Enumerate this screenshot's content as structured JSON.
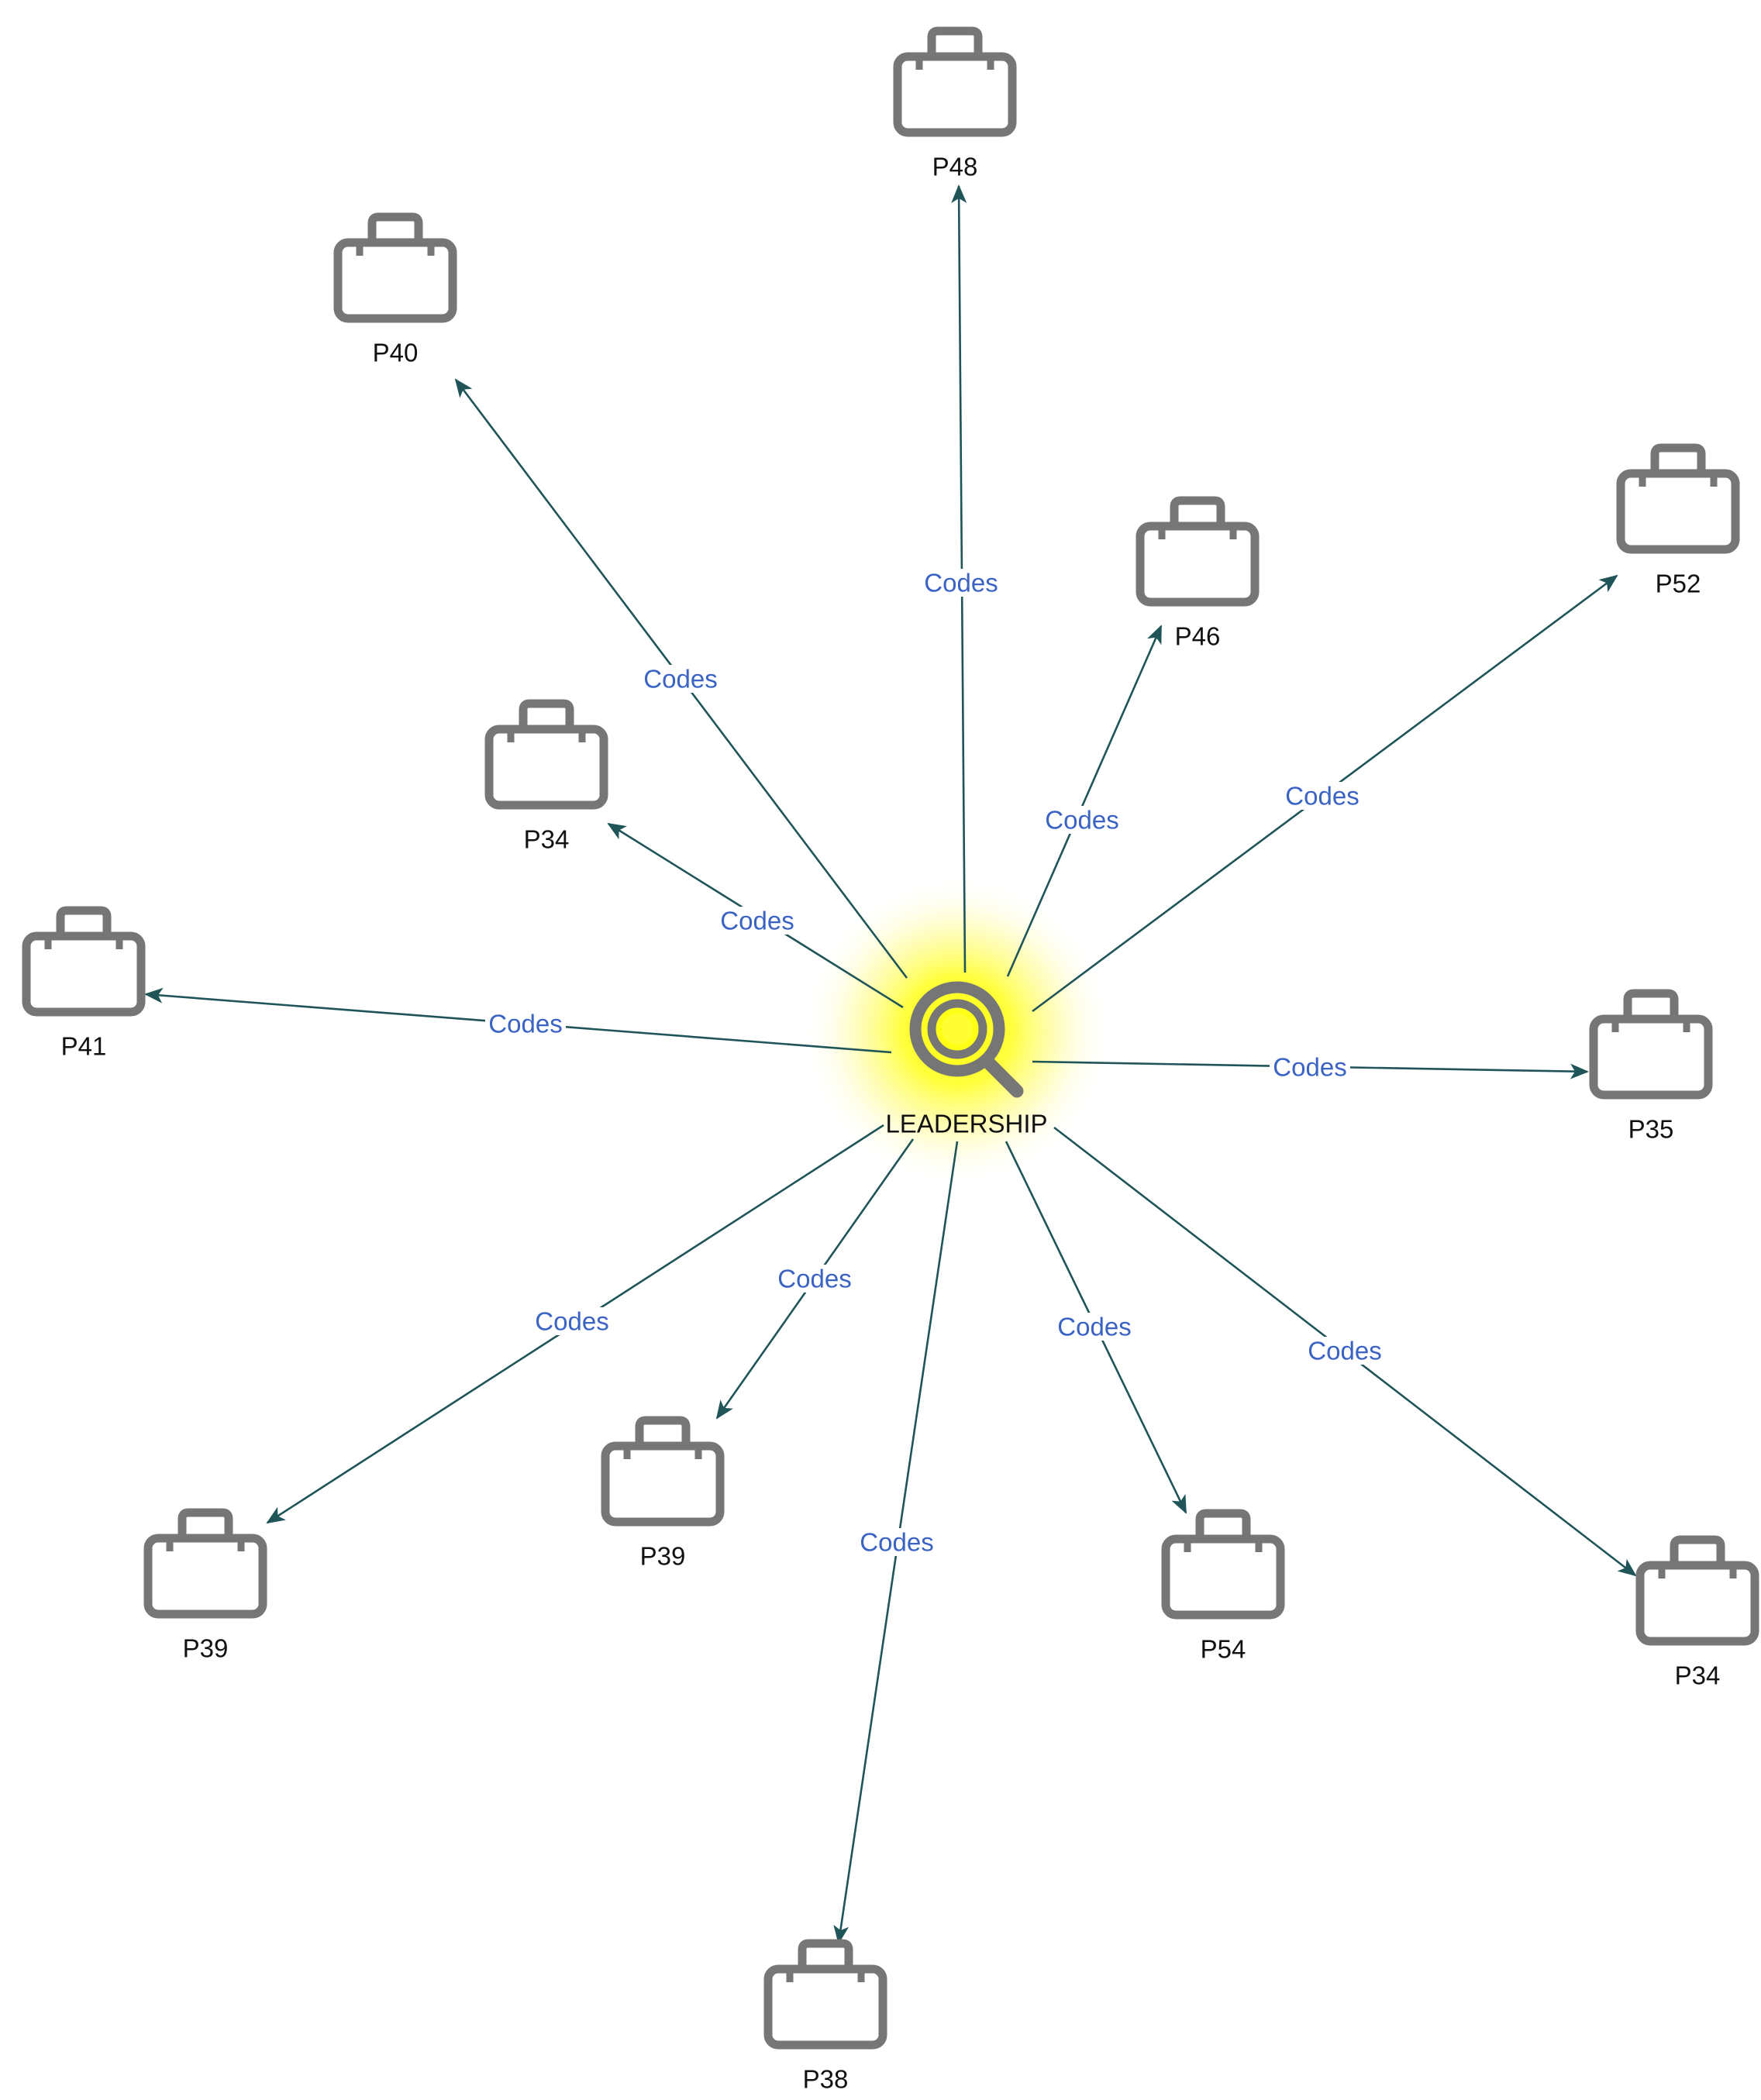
{
  "colors": {
    "edge": "#1f5558",
    "edge_label": "#3a63c4",
    "icon": "#767676",
    "node_label": "#111111",
    "glow": "#ffff00",
    "center_icon_fill": "#ffff33"
  },
  "center": {
    "label": "LEADERSHIP",
    "icon": "magnifier-target-icon"
  },
  "edge_label": "Codes",
  "nodes": [
    {
      "id": "n-p48",
      "label": "P48",
      "icon": "briefcase-icon"
    },
    {
      "id": "n-p40",
      "label": "P40",
      "icon": "briefcase-icon"
    },
    {
      "id": "n-p46",
      "label": "P46",
      "icon": "briefcase-icon"
    },
    {
      "id": "n-p52",
      "label": "P52",
      "icon": "briefcase-icon"
    },
    {
      "id": "n-p34a",
      "label": "P34",
      "icon": "briefcase-icon"
    },
    {
      "id": "n-p41",
      "label": "P41",
      "icon": "briefcase-icon"
    },
    {
      "id": "n-p35",
      "label": "P35",
      "icon": "briefcase-icon"
    },
    {
      "id": "n-p39a",
      "label": "P39",
      "icon": "briefcase-icon"
    },
    {
      "id": "n-p39b",
      "label": "P39",
      "icon": "briefcase-icon"
    },
    {
      "id": "n-p54",
      "label": "P54",
      "icon": "briefcase-icon"
    },
    {
      "id": "n-p34b",
      "label": "P34",
      "icon": "briefcase-icon"
    },
    {
      "id": "n-p38",
      "label": "P38",
      "icon": "briefcase-icon"
    }
  ],
  "edges": [
    {
      "from": "center",
      "to": "n-p48",
      "label": "Codes"
    },
    {
      "from": "center",
      "to": "n-p40",
      "label": "Codes"
    },
    {
      "from": "center",
      "to": "n-p46",
      "label": "Codes"
    },
    {
      "from": "center",
      "to": "n-p52",
      "label": "Codes"
    },
    {
      "from": "center",
      "to": "n-p34a",
      "label": "Codes"
    },
    {
      "from": "center",
      "to": "n-p41",
      "label": "Codes"
    },
    {
      "from": "center",
      "to": "n-p35",
      "label": "Codes"
    },
    {
      "from": "center",
      "to": "n-p39a",
      "label": "Codes"
    },
    {
      "from": "center",
      "to": "n-p39b",
      "label": "Codes"
    },
    {
      "from": "center",
      "to": "n-p54",
      "label": "Codes"
    },
    {
      "from": "center",
      "to": "n-p34b",
      "label": "Codes"
    },
    {
      "from": "center",
      "to": "n-p38",
      "label": "Codes"
    }
  ]
}
